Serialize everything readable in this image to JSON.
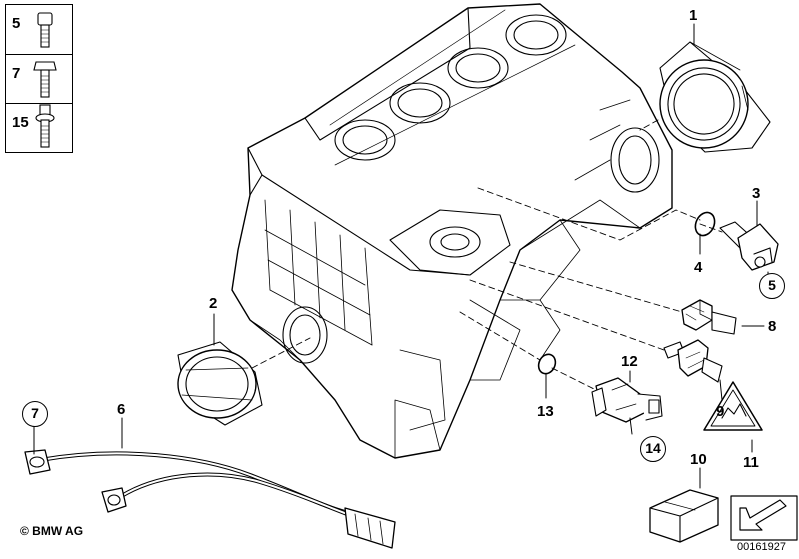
{
  "legend": [
    {
      "number": "5",
      "icon": "screw-icon"
    },
    {
      "number": "7",
      "icon": "hex-bolt-icon"
    },
    {
      "number": "15",
      "icon": "collar-bolt-icon"
    }
  ],
  "callouts": {
    "c1": "1",
    "c2": "2",
    "c3": "3",
    "c4": "4",
    "c6": "6",
    "c8": "8",
    "c9": "9",
    "c10": "10",
    "c11": "11",
    "c12": "12",
    "c13": "13"
  },
  "circled_callouts": {
    "c5": "5",
    "c7": "7",
    "c14": "14"
  },
  "footer": {
    "copyright": "© BMW AG",
    "document_number": "00161927"
  }
}
